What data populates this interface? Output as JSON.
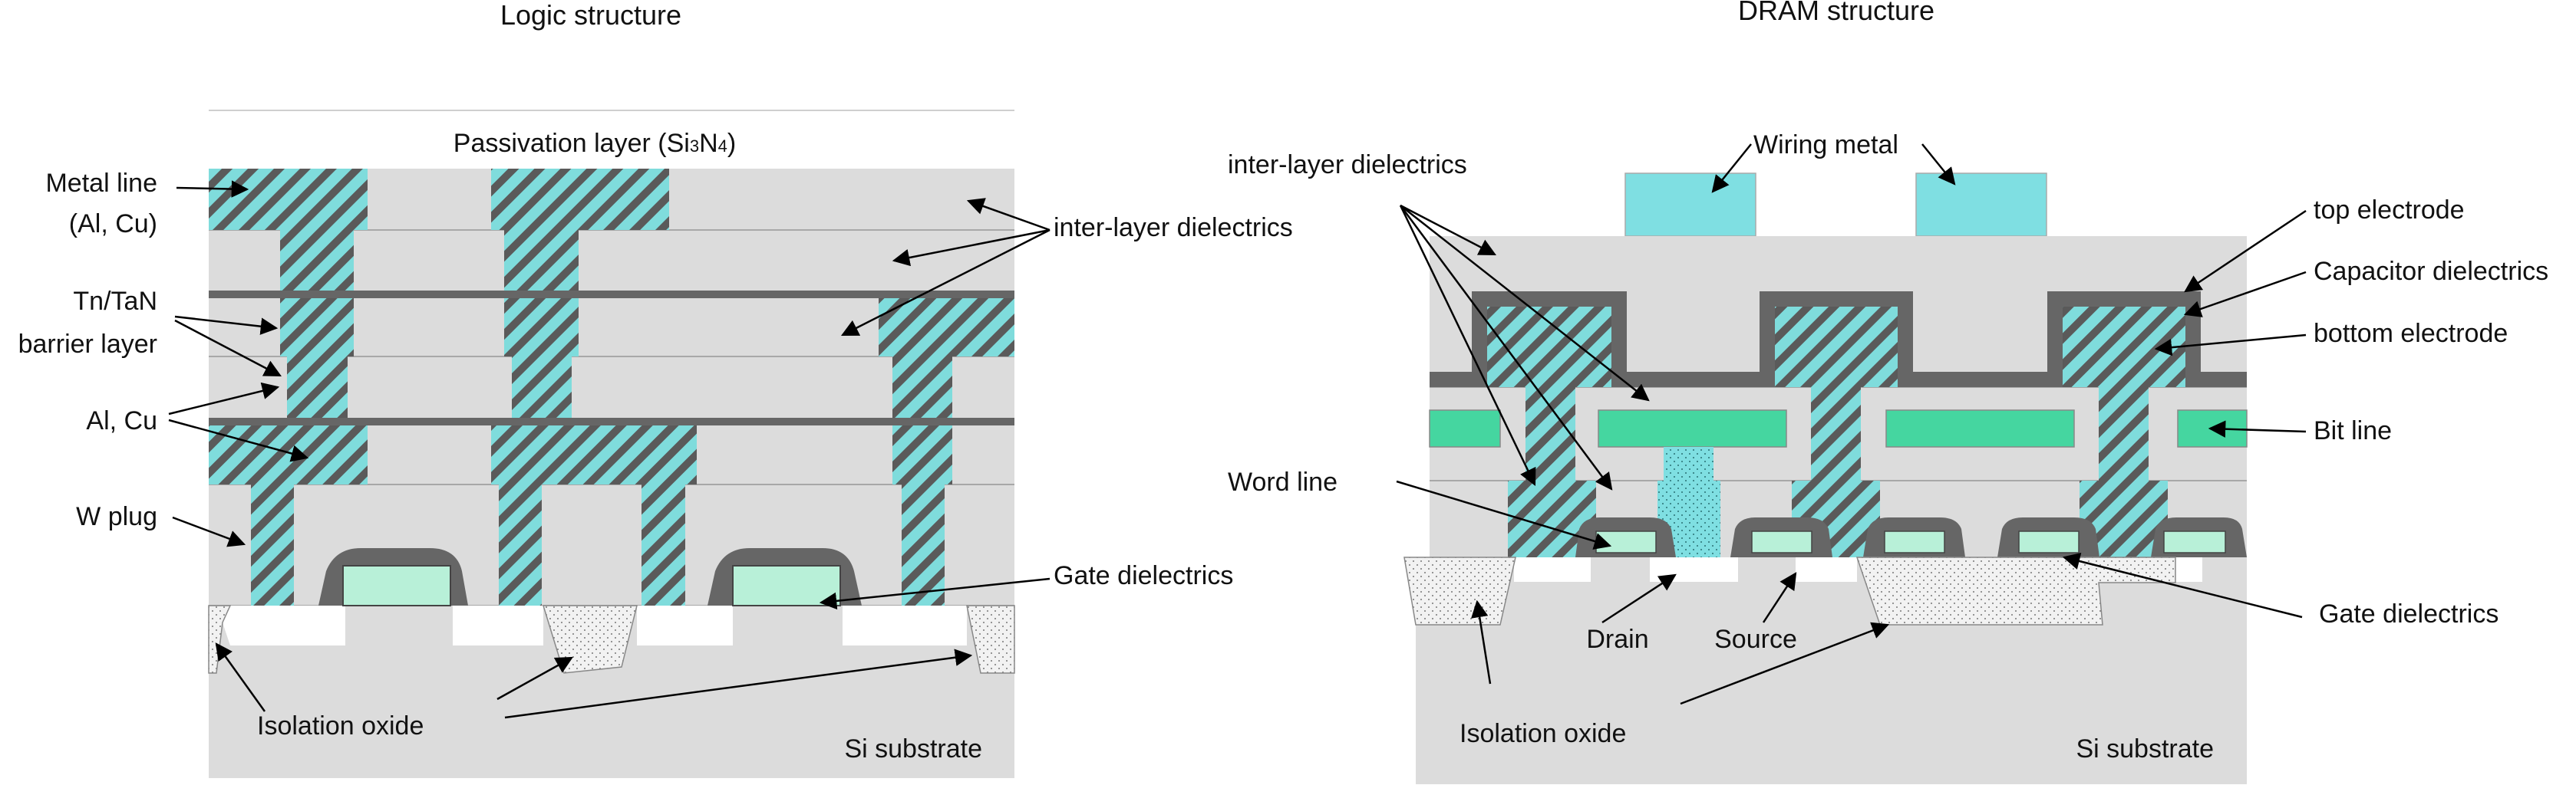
{
  "titles": {
    "logic": "Logic structure",
    "dram": "DRAM structure"
  },
  "logic": {
    "passivation": "Passivation layer (Si",
    "passivation_sub1": "3",
    "passivation_mid": "N",
    "passivation_sub2": "4",
    "passivation_end": ")",
    "metal_line_1": "Metal line",
    "metal_line_2": "(Al, Cu)",
    "barrier_1": "Tn/TaN",
    "barrier_2": "barrier layer",
    "al_cu": "Al, Cu",
    "w_plug": "W plug",
    "ild": "inter-layer dielectrics",
    "gate_dielectrics": "Gate dielectrics",
    "isolation_oxide": "Isolation oxide",
    "si_substrate": "Si substrate"
  },
  "dram": {
    "ild": "inter-layer dielectrics",
    "wiring_metal": "Wiring metal",
    "top_electrode": "top electrode",
    "capacitor_dielectrics": "Capacitor dielectrics",
    "bottom_electrode": "bottom electrode",
    "bit_line": "Bit line",
    "word_line": "Word line",
    "drain": "Drain",
    "source": "Source",
    "gate_dielectrics": "Gate dielectrics",
    "isolation_oxide": "Isolation oxide",
    "si_substrate": "Si substrate"
  },
  "colors": {
    "dielectric": "#dcdcdc",
    "metal_cyan": "#7fdcdc",
    "hatch_line": "#5a5a5a",
    "barrier": "#666666",
    "bit_line": "#45d6a0",
    "gate_fill": "#b8f0d8",
    "wiring_metal": "#7fdfe2",
    "dotted": "#f0f0f0"
  }
}
